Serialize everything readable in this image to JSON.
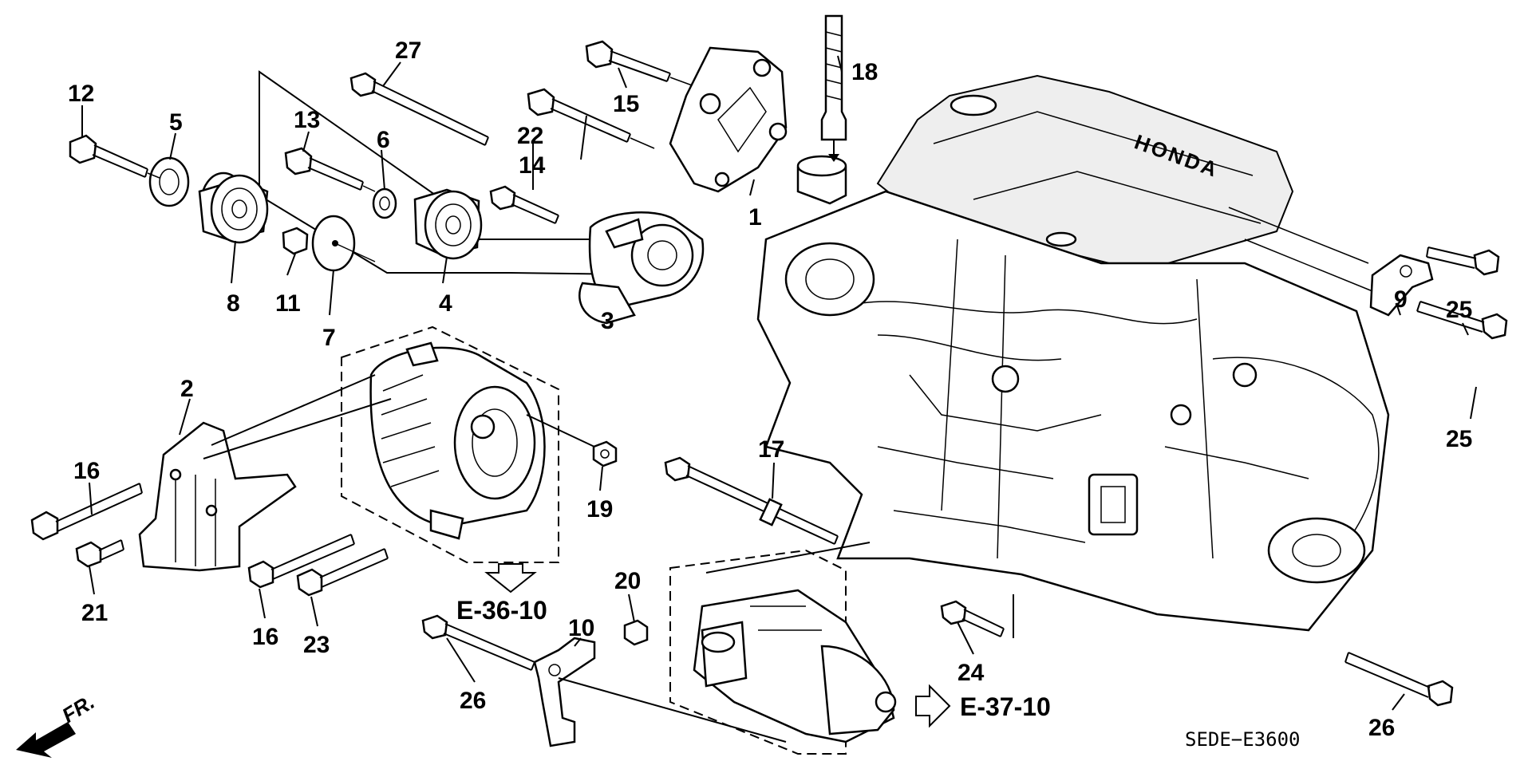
{
  "diagram": {
    "callouts": {
      "c1": "1",
      "c2": "2",
      "c3": "3",
      "c4": "4",
      "c5": "5",
      "c6": "6",
      "c7": "7",
      "c8": "8",
      "c9": "9",
      "c10": "10",
      "c11": "11",
      "c12": "12",
      "c13": "13",
      "c14": "14",
      "c15": "15",
      "c16a": "16",
      "c16b": "16",
      "c17": "17",
      "c18": "18",
      "c19": "19",
      "c20": "20",
      "c21": "21",
      "c22": "22",
      "c23": "23",
      "c24": "24",
      "c25a": "25",
      "c25b": "25",
      "c26a": "26",
      "c26b": "26",
      "c27": "27"
    },
    "refs": {
      "alternator": "E-36-10",
      "starter": "E-37-10"
    },
    "direction_label": "FR.",
    "engine_cover_brand": "HONDA",
    "drawing_code": "SEDE−E3600"
  }
}
